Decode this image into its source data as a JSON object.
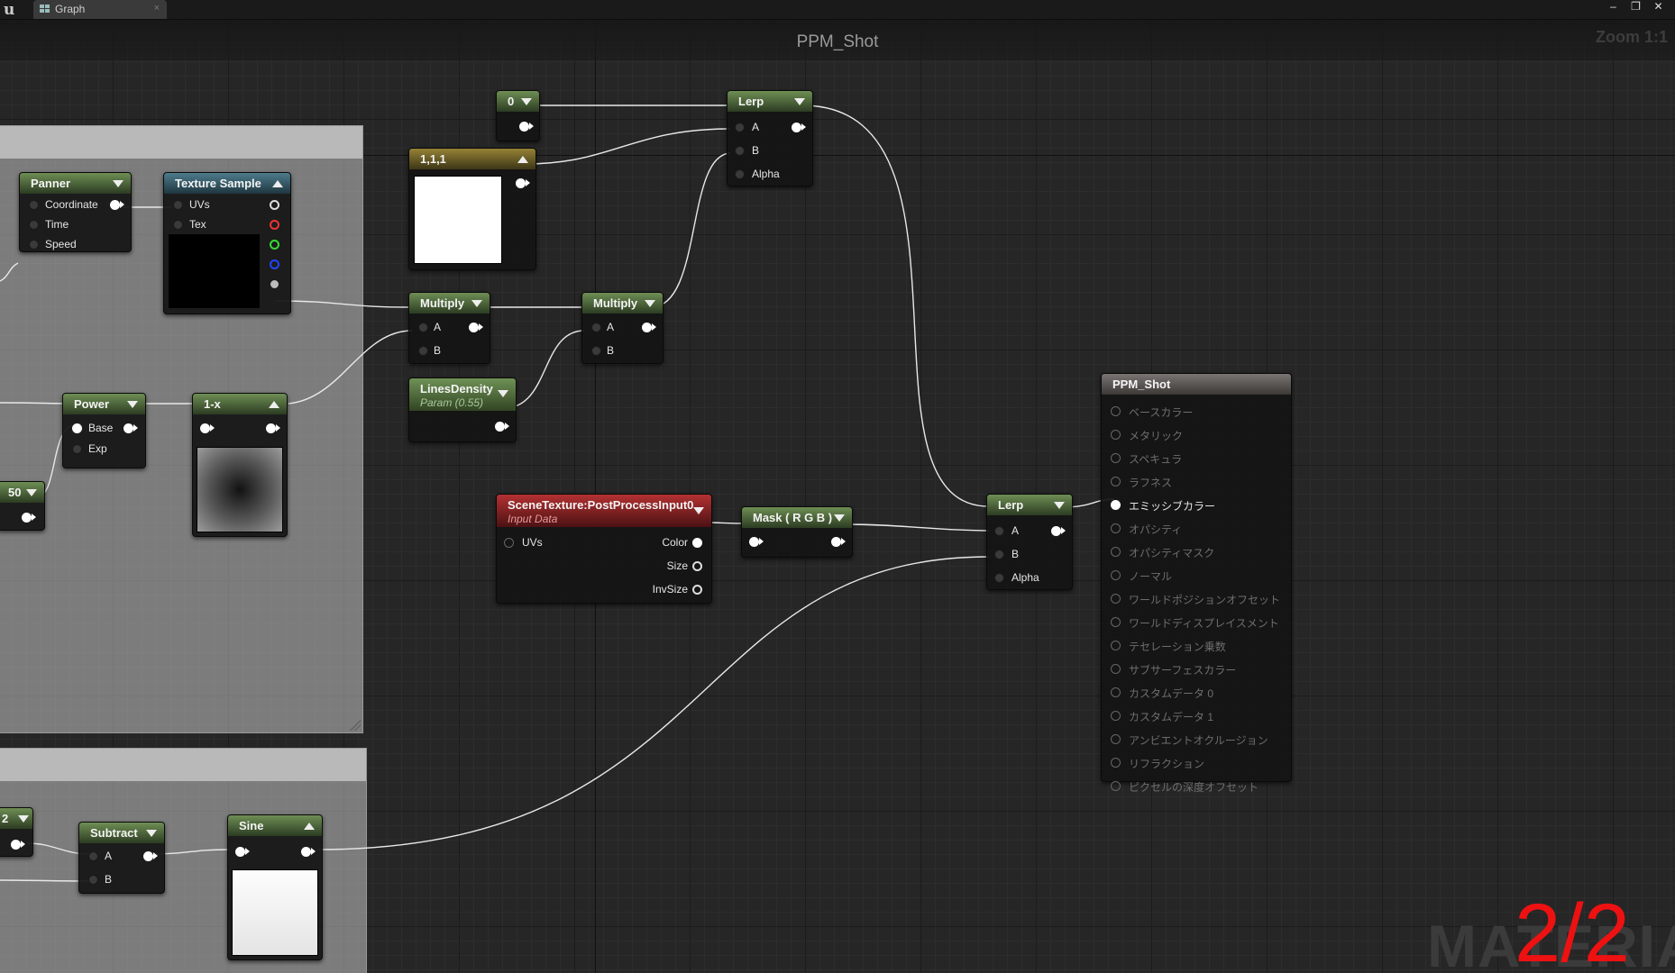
{
  "window": {
    "tab_label": "Graph",
    "tab_close": "×",
    "controls": [
      "–",
      "❐",
      "✕"
    ]
  },
  "graph": {
    "title": "PPM_Shot",
    "zoom": "Zoom 1:1"
  },
  "nodes": {
    "panner": {
      "title": "Panner",
      "inputs": [
        "Coordinate",
        "Time",
        "Speed"
      ]
    },
    "texture_sample": {
      "title": "Texture Sample",
      "inputs": [
        "UVs",
        "Tex"
      ]
    },
    "power": {
      "title": "Power",
      "inputs": [
        "Base",
        "Exp"
      ]
    },
    "one_minus": {
      "title": "1-x"
    },
    "const_50": {
      "title": "50"
    },
    "const_0": {
      "title": "0"
    },
    "vector_111": {
      "title": "1,1,1"
    },
    "multiply_1": {
      "title": "Multiply",
      "inputs": [
        "A",
        "B"
      ]
    },
    "multiply_2": {
      "title": "Multiply",
      "inputs": [
        "A",
        "B"
      ]
    },
    "lines_density": {
      "title": "LinesDensity",
      "subtitle": "Param (0.55)"
    },
    "lerp_top": {
      "title": "Lerp",
      "inputs": [
        "A",
        "B",
        "Alpha"
      ]
    },
    "scene_texture": {
      "title": "SceneTexture:PostProcessInput0",
      "subtitle": "Input Data",
      "inputs": [
        "UVs"
      ],
      "outputs": [
        "Color",
        "Size",
        "InvSize"
      ]
    },
    "mask": {
      "title": "Mask ( R G B )"
    },
    "lerp_bottom": {
      "title": "Lerp",
      "inputs": [
        "A",
        "B",
        "Alpha"
      ]
    },
    "const_2": {
      "title": "2"
    },
    "subtract": {
      "title": "Subtract",
      "inputs": [
        "A",
        "B"
      ]
    },
    "sine": {
      "title": "Sine"
    },
    "result": {
      "title": "PPM_Shot",
      "inputs": [
        "ベースカラー",
        "メタリック",
        "スペキュラ",
        "ラフネス",
        "エミッシブカラー",
        "オパシティ",
        "オパシティマスク",
        "ノーマル",
        "ワールドポジションオフセット",
        "ワールドディスプレイスメント",
        "テセレーション乗数",
        "サブサーフェスカラー",
        "カスタムデータ 0",
        "カスタムデータ 1",
        "アンビエントオクルージョン",
        "リフラクション",
        "ピクセルの深度オフセット"
      ],
      "active_input": "エミッシブカラー"
    }
  },
  "overlay": {
    "watermark": "MATERIAL",
    "page_indicator": "2/2"
  },
  "colors": {
    "graph_bg": "#262626",
    "header_green": "#6e8e54",
    "header_blue": "#4d7c8c",
    "header_gold": "#968236",
    "header_red": "#b33132",
    "page_indicator": "#ee1111"
  }
}
